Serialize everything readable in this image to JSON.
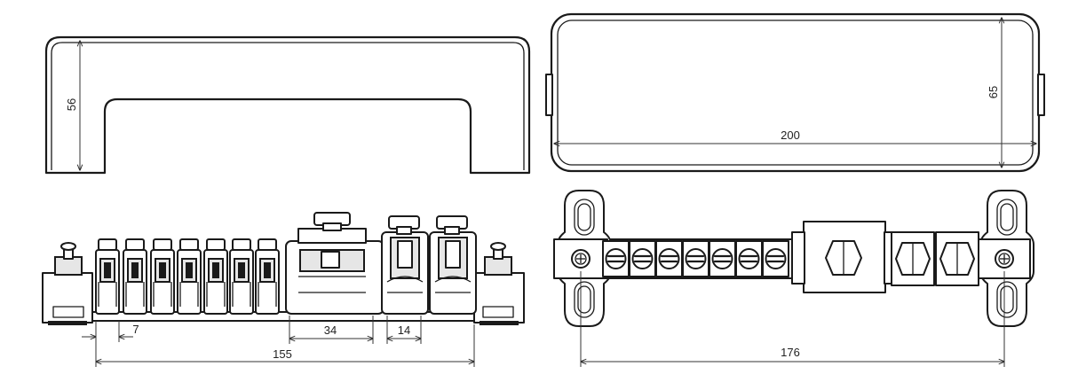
{
  "dimensions": {
    "cover_height": "56",
    "cover_length": "200",
    "cover_depth": "65",
    "terminal_pitch": "7",
    "block_width": "34",
    "clamp_width": "14",
    "bar_length": "155",
    "mounting_distance": "176"
  },
  "colors": {
    "line": "#1a1a1a",
    "fill": "#ffffff",
    "shade": "#e6e6e6"
  },
  "counts": {
    "small_terminals": 7,
    "large_clamps": 2
  }
}
